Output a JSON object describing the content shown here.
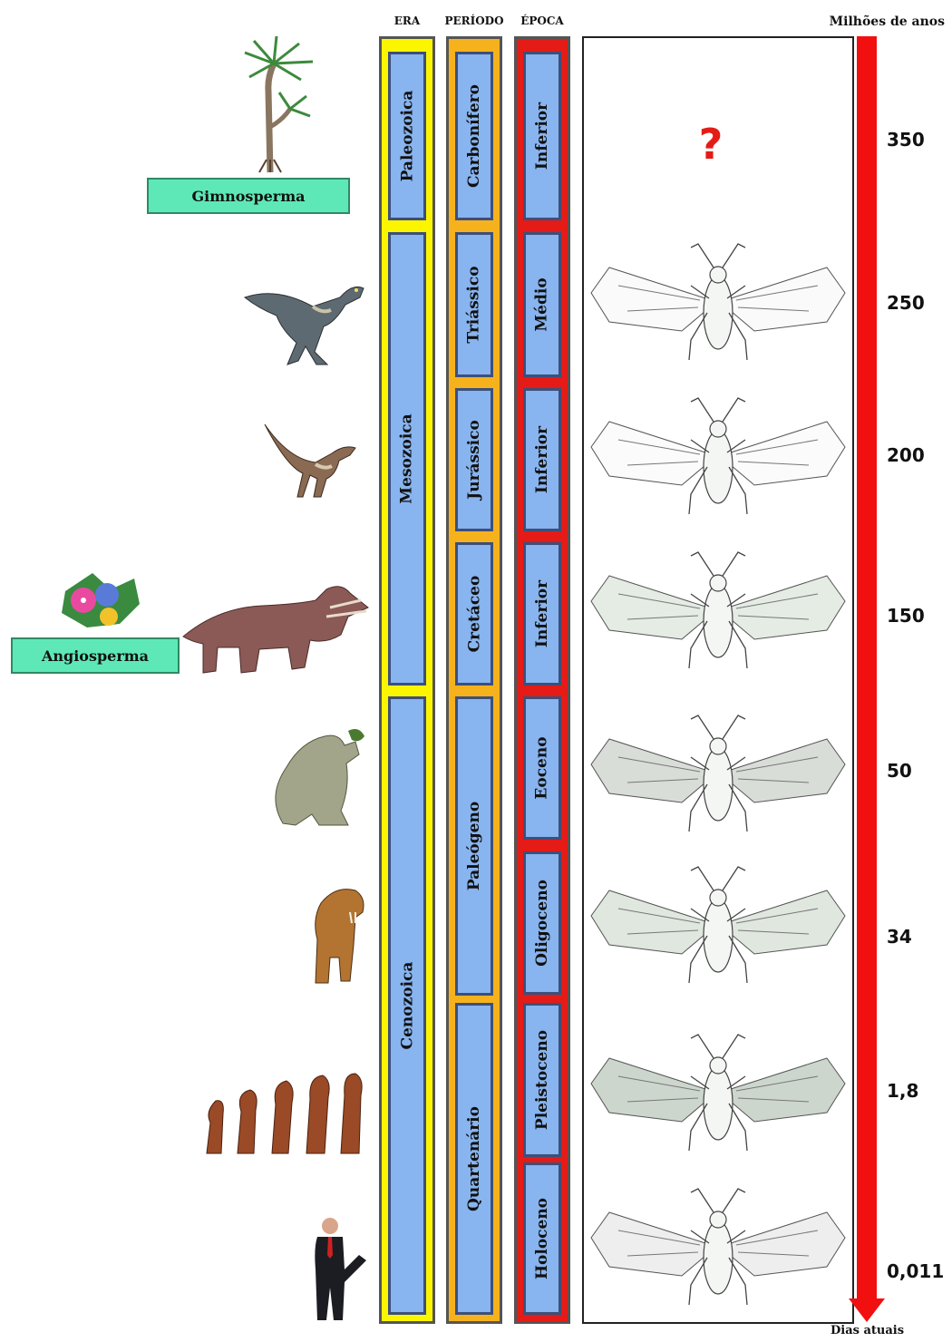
{
  "headers": {
    "era": "ERA",
    "periodo": "PERÍODO",
    "epoca": "ÉPOCA",
    "scale": "Milhões de anos"
  },
  "eras": [
    "Paleozoica",
    "Mesozoica",
    "Cenozoica"
  ],
  "periodos": [
    "Carbonífero",
    "Triássico",
    "Jurássico",
    "Cretáceo",
    "Paleógeno",
    "Quartenário"
  ],
  "epocas": [
    "Inferior",
    "Médio",
    "Inferior",
    "Inferior",
    "Eoceno",
    "Oligoceno",
    "Pleistoceno",
    "Holoceno"
  ],
  "mya": [
    "350",
    "250",
    "200",
    "150",
    "50",
    "34",
    "1,8",
    "0,011"
  ],
  "footer": "Dias atuais",
  "question_mark": "?",
  "plants": {
    "gimnosperma": "Gimnosperma",
    "angiosperma": "Angiosperma"
  },
  "organisms_left": [
    "palm-tree",
    "velociraptor",
    "small-feathered-dinosaur",
    "triceratops",
    "giant-ground-sloth",
    "saber-tooth-cat",
    "human-evolution",
    "businessman"
  ],
  "insects": [
    "winged-aphid-fossil-1",
    "winged-aphid-fossil-2",
    "winged-aphid-3",
    "winged-aphid-4",
    "winged-aphid-5",
    "winged-aphid-6",
    "winged-aphid-7"
  ],
  "colors": {
    "era_bg": "#fbf500",
    "periodo_bg": "#f6b21c",
    "epoca_bg": "#e41b17",
    "cell": "#88b4ef",
    "arrow": "#f20f0f",
    "label": "#5ee8b8"
  }
}
